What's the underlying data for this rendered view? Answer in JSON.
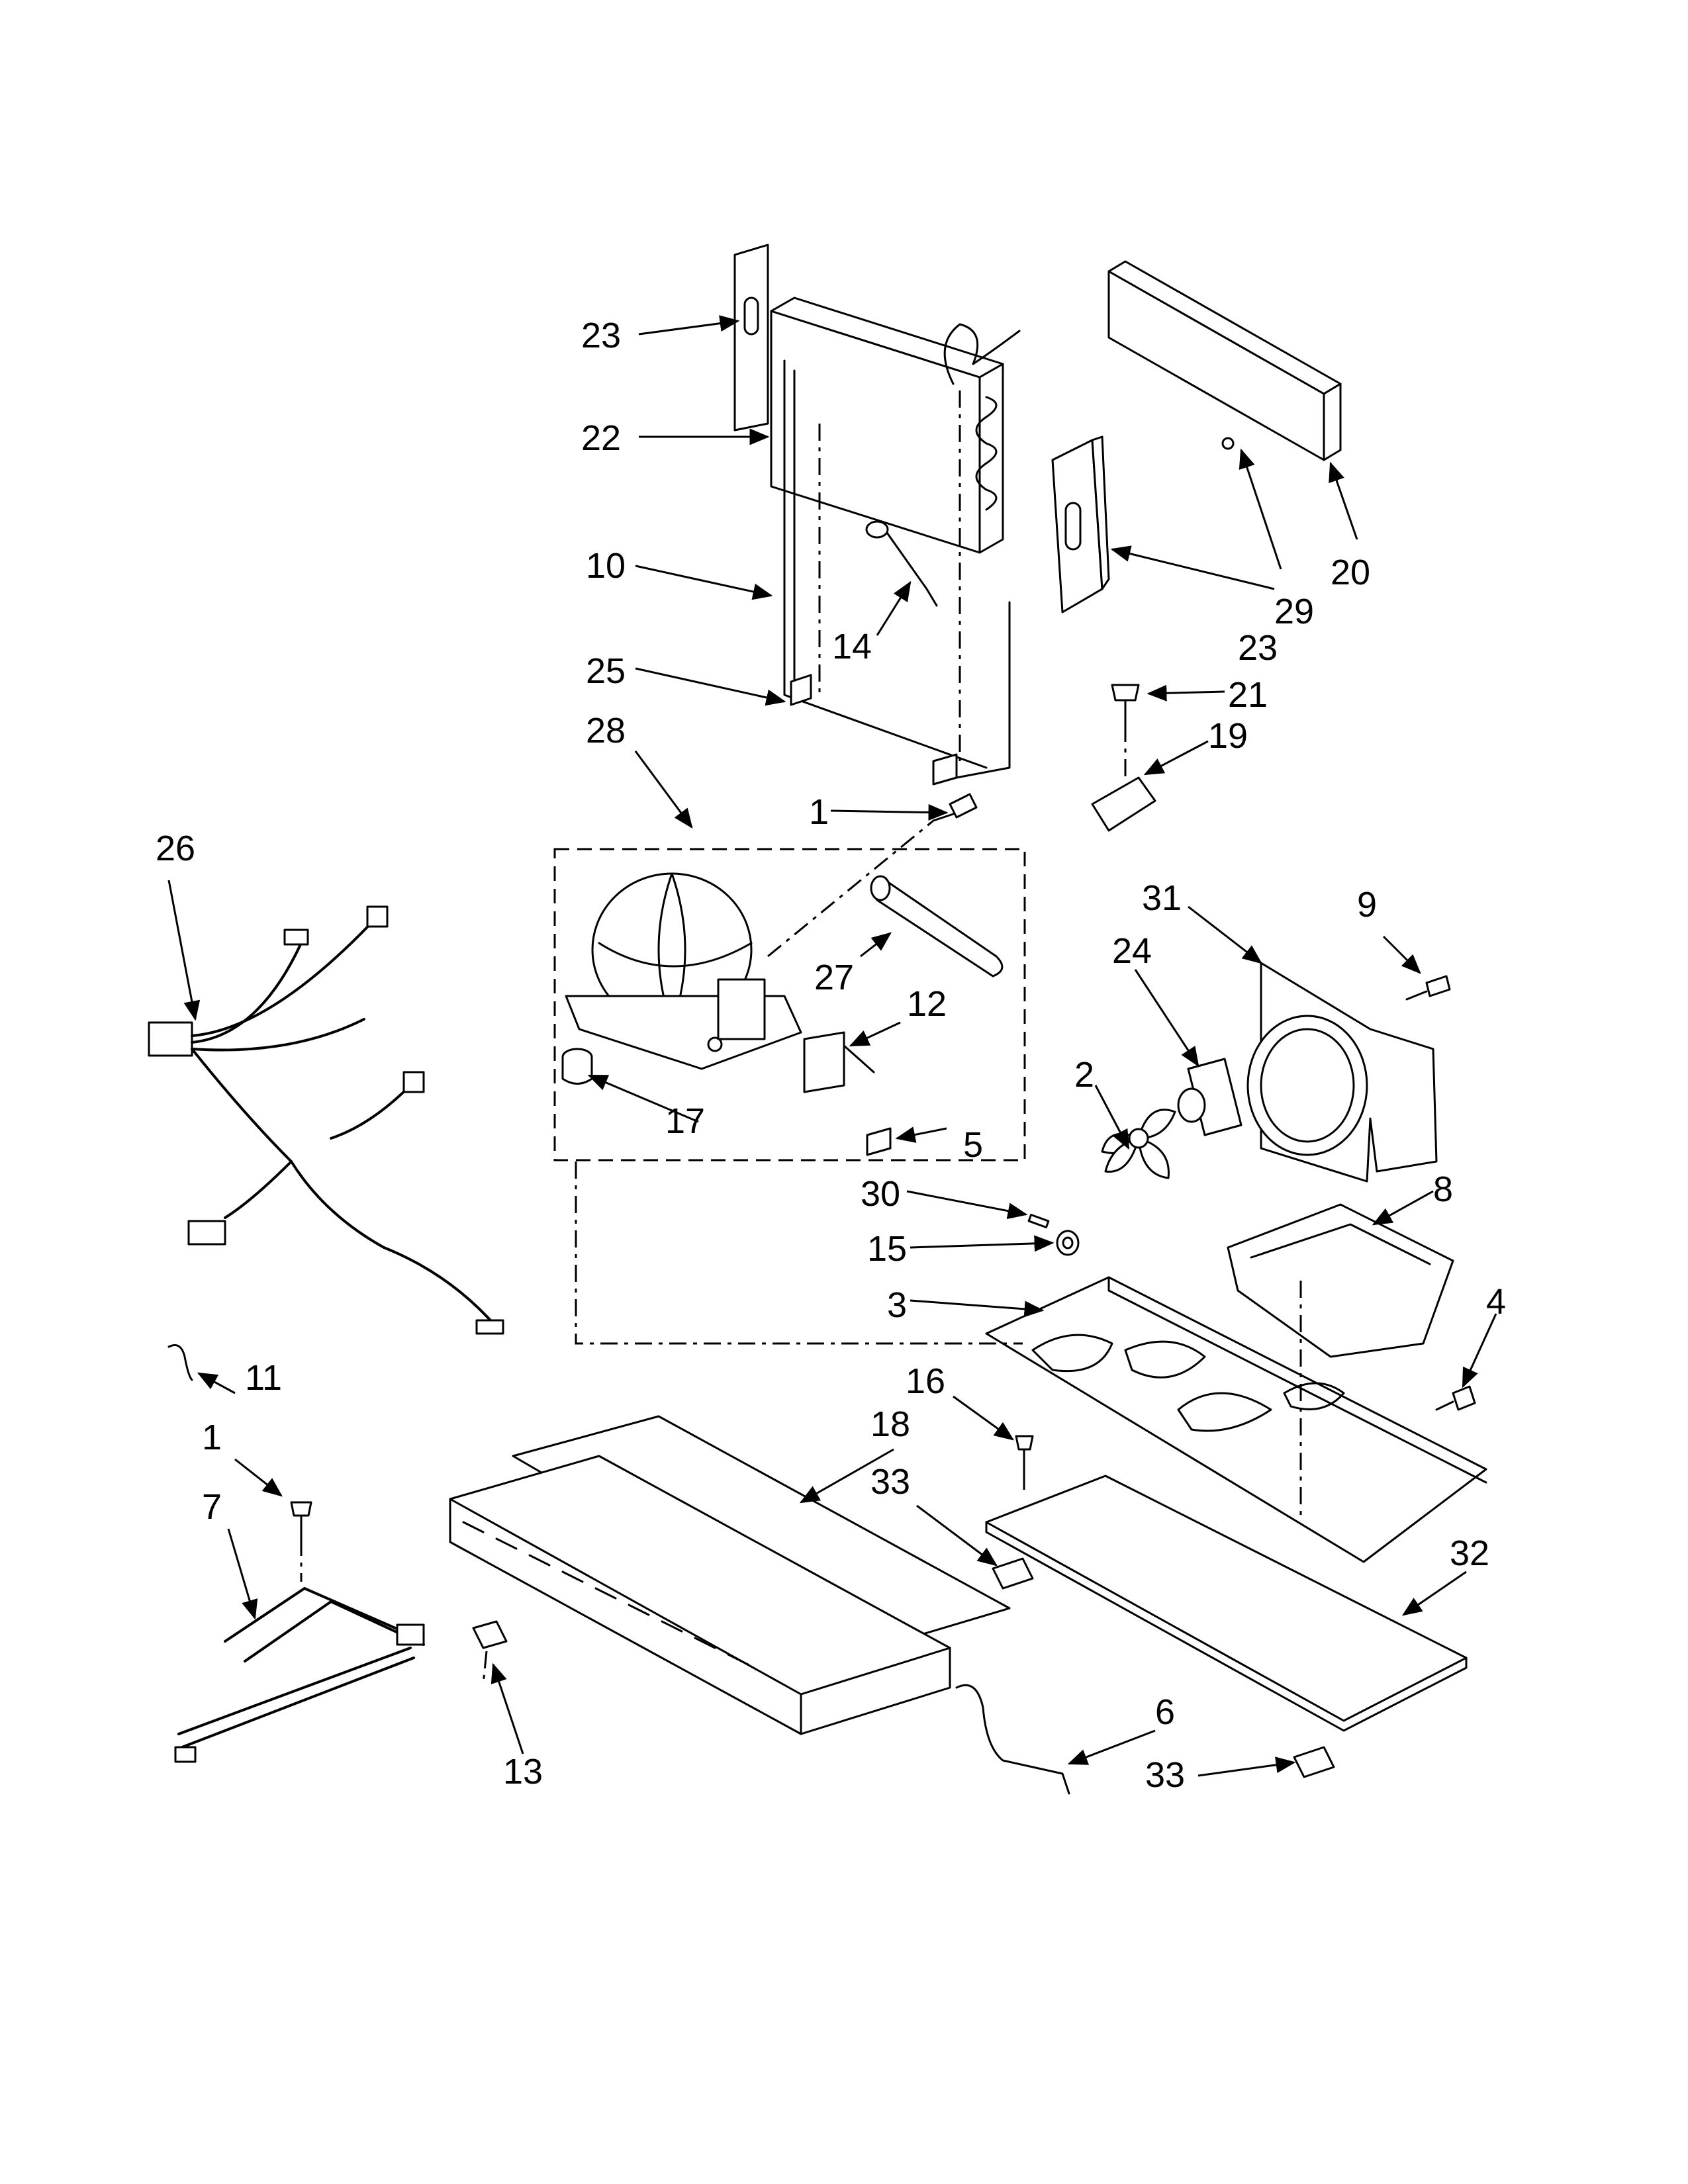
{
  "callouts": {
    "c1_top": "1",
    "c1_bottom": "1",
    "c2": "2",
    "c3": "3",
    "c4": "4",
    "c5": "5",
    "c6": "6",
    "c7": "7",
    "c8": "8",
    "c9": "9",
    "c10": "10",
    "c11": "11",
    "c12": "12",
    "c13": "13",
    "c14": "14",
    "c15": "15",
    "c16": "16",
    "c17": "17",
    "c18": "18",
    "c19": "19",
    "c20": "20",
    "c21": "21",
    "c22": "22",
    "c23_left": "23",
    "c23_right": "23",
    "c24": "24",
    "c25": "25",
    "c26": "26",
    "c27": "27",
    "c28": "28",
    "c29": "29",
    "c30": "30",
    "c31": "31",
    "c32": "32",
    "c33_top": "33",
    "c33_bottom": "33"
  }
}
